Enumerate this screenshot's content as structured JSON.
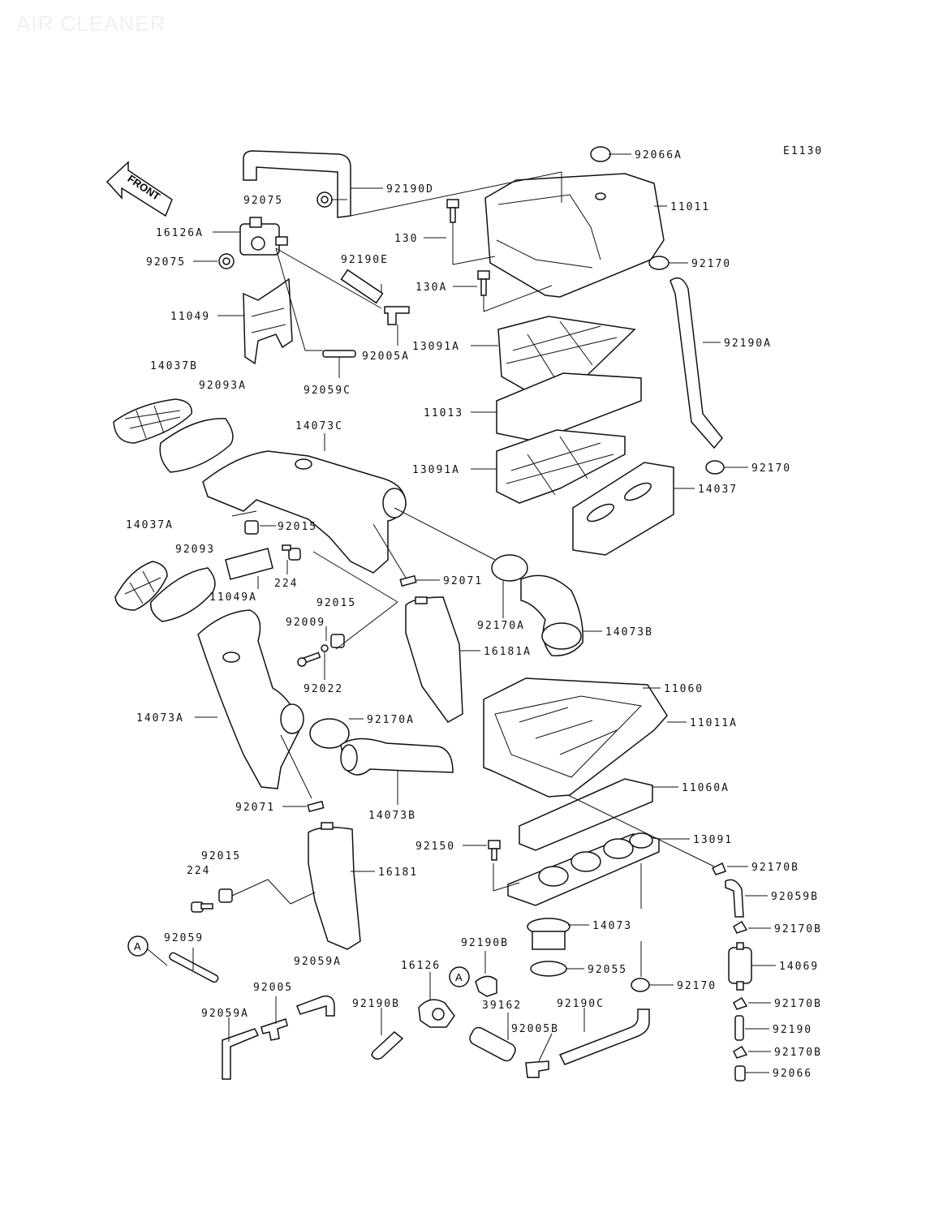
{
  "header": {
    "title": "AIR CLEANER"
  },
  "diagram": {
    "code": "E1130",
    "front_label": "FRONT",
    "callout_a": "A",
    "labels": {
      "p92066A": "92066A",
      "p92190D": "92190D",
      "p92075_top": "92075",
      "p16126A": "16126A",
      "p11011": "11011",
      "p130": "130",
      "p92075_left": "92075",
      "p92190E": "92190E",
      "p92170_top": "92170",
      "p130A": "130A",
      "p11049": "11049",
      "p13091A_top": "13091A",
      "p92190A": "92190A",
      "p92005A": "92005A",
      "p92059C": "92059C",
      "p14037B": "14037B",
      "p92093A": "92093A",
      "p11013": "11013",
      "p14073C": "14073C",
      "p13091A_bot": "13091A",
      "p92170_mid": "92170",
      "p14037": "14037",
      "p14037A": "14037A",
      "p92015_a": "92015",
      "p92093": "92093",
      "p224_a": "224",
      "p92071_a": "92071",
      "p11049A": "11049A",
      "p92015_b": "92015",
      "p14073B_a": "14073B",
      "p92009": "92009",
      "p92170A_a": "92170A",
      "p16181A": "16181A",
      "p92022": "92022",
      "p11060": "11060",
      "p14073A": "14073A",
      "p92170A_b": "92170A",
      "p11011A": "11011A",
      "p11060A": "11060A",
      "p92071_b": "92071",
      "p14073B_b": "14073B",
      "p13091": "13091",
      "p92150": "92150",
      "p92015_c": "92015",
      "p224_b": "224",
      "p16181": "16181",
      "p92170B_a": "92170B",
      "p92059B": "92059B",
      "p14073": "14073",
      "p92170B_b": "92170B",
      "p92059": "92059",
      "p92190B_a": "92190B",
      "p92055": "92055",
      "p14069": "14069",
      "p16126": "16126",
      "p92059A_a": "92059A",
      "p92170_bot": "92170",
      "p92005": "92005",
      "p92170B_c": "92170B",
      "p92190B_b": "92190B",
      "p39162": "39162",
      "p92190C": "92190C",
      "p92059A_b": "92059A",
      "p92190": "92190",
      "p92005B": "92005B",
      "p92170B_d": "92170B",
      "p92066": "92066"
    }
  }
}
